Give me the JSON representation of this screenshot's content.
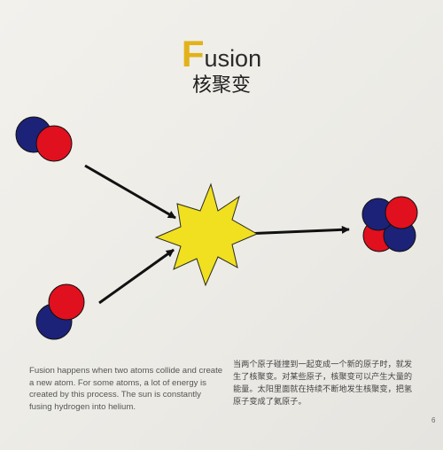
{
  "title": {
    "initial": "F",
    "rest": "usion",
    "chinese": "核聚变"
  },
  "captions": {
    "english": "Fusion happens when two atoms collide and create a new atom. For some atoms, a lot of energy is created by this process. The sun is constantly fusing hydrogen into helium.",
    "chinese": "当两个原子碰撞到一起变成一个新的原子时，就发生了核聚变。对某些原子，核聚变可以产生大量的能量。太阳里面就在持续不断地发生核聚变，把氢原子变成了氦原子。"
  },
  "page_number": "6",
  "colors": {
    "title_accent": "#e2b21a",
    "proton": "#e0101e",
    "neutron": "#1c2277",
    "burst_fill": "#f0e020",
    "arrow": "#111111"
  },
  "icons": [
    "hydrogen-atom-icon",
    "hydrogen-atom-icon",
    "energy-burst-icon",
    "helium-atom-icon"
  ]
}
